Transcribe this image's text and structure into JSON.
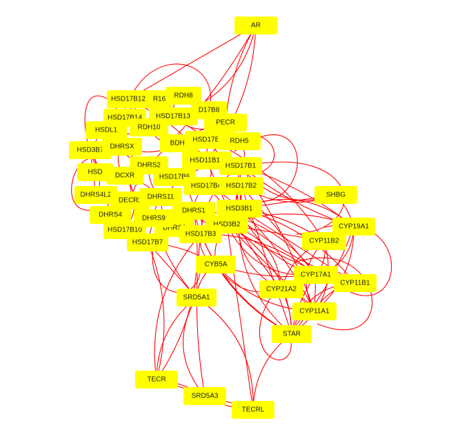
{
  "graph": {
    "edge_color": "#ff0000",
    "node_color": "#ffff00",
    "label_color": "#1a1a1a",
    "nodes": [
      {
        "id": "AR",
        "label": "AR"
      },
      {
        "id": "HSD17B12",
        "label": "HSD17B12"
      },
      {
        "id": "R16",
        "label": "R16"
      },
      {
        "id": "RDH8",
        "label": "RDH8"
      },
      {
        "id": "D17B8",
        "label": "D17B8"
      },
      {
        "id": "HSD17B14",
        "label": "HSD17B14"
      },
      {
        "id": "HSD17B13",
        "label": "HSD17B13"
      },
      {
        "id": "HSDL1",
        "label": "HSDL1"
      },
      {
        "id": "RDH10",
        "label": "RDH10"
      },
      {
        "id": "PECR",
        "label": "PECR"
      },
      {
        "id": "HSD3B7",
        "label": "HSD3B7"
      },
      {
        "id": "DHRSX",
        "label": "DHRSX"
      },
      {
        "id": "BDH1",
        "label": "BDH1"
      },
      {
        "id": "HSD17B11",
        "label": "HSD17B11"
      },
      {
        "id": "RDH5",
        "label": "RDH5"
      },
      {
        "id": "HSD11B1L",
        "label": "HSD11B1L"
      },
      {
        "id": "HSD17B1",
        "label": "HSD17B1"
      },
      {
        "id": "DHRS2",
        "label": "DHRS2"
      },
      {
        "id": "HSD",
        "label": "HSD"
      },
      {
        "id": "DCXR",
        "label": "DCXR"
      },
      {
        "id": "HSD17B6",
        "label": "HSD17B6"
      },
      {
        "id": "HSD17B4",
        "label": "HSD17B4"
      },
      {
        "id": "HSD17B2",
        "label": "HSD17B2"
      },
      {
        "id": "DHRS4L2",
        "label": "DHRS4L2"
      },
      {
        "id": "DECR2",
        "label": "DECR2"
      },
      {
        "id": "DHRS11",
        "label": "DHRS11"
      },
      {
        "id": "SHBG",
        "label": "SHBG"
      },
      {
        "id": "DHRS1",
        "label": "DHRS1"
      },
      {
        "id": "HSD3B1",
        "label": "HSD3B1"
      },
      {
        "id": "DHRS4",
        "label": "DHRS4"
      },
      {
        "id": "DHRS3",
        "label": "DHRS3"
      },
      {
        "id": "HSD3B2",
        "label": "HSD3B2"
      },
      {
        "id": "CYP19A1",
        "label": "CYP19A1"
      },
      {
        "id": "HSD17B10",
        "label": "HSD17B10"
      },
      {
        "id": "DHRS9",
        "label": "DHRS9"
      },
      {
        "id": "HSD17B3",
        "label": "HSD17B3"
      },
      {
        "id": "CYP11B2",
        "label": "CYP11B2"
      },
      {
        "id": "HSD17B7",
        "label": "HSD17B7"
      },
      {
        "id": "CYB5A",
        "label": "CYB5A"
      },
      {
        "id": "CYP17A1",
        "label": "CYP17A1"
      },
      {
        "id": "CYP11B1",
        "label": "CYP11B1"
      },
      {
        "id": "CYP21A2",
        "label": "CYP21A2"
      },
      {
        "id": "SRD5A1",
        "label": "SRD5A1"
      },
      {
        "id": "CYP11A1",
        "label": "CYP11A1"
      },
      {
        "id": "STAR",
        "label": "STAR"
      },
      {
        "id": "TECR",
        "label": "TECR"
      },
      {
        "id": "SRD5A3",
        "label": "SRD5A3"
      },
      {
        "id": "TECRL",
        "label": "TECRL"
      }
    ],
    "edges": [
      [
        "AR",
        "HSD17B13"
      ],
      [
        "AR",
        "HSD11B1L"
      ],
      [
        "AR",
        "DHRS2"
      ],
      [
        "AR",
        "HSD17B12"
      ],
      [
        "AR",
        "PECR"
      ],
      [
        "SRD5A1",
        "TECR"
      ],
      [
        "SRD5A1",
        "SRD5A3"
      ],
      [
        "SRD5A1",
        "TECRL"
      ],
      [
        "SRD5A1",
        "CYB5A"
      ],
      [
        "TECR",
        "SRD5A3"
      ],
      [
        "TECR",
        "TECRL"
      ],
      [
        "SRD5A3",
        "TECRL"
      ],
      [
        "TECR",
        "HSD17B7"
      ],
      [
        "TECR",
        "DHRS1"
      ],
      [
        "TECR",
        "HSD17B3"
      ],
      [
        "TECRL",
        "STAR"
      ],
      [
        "SRD5A3",
        "HSD17B3"
      ],
      [
        "TECRL",
        "HSD3B2"
      ],
      [
        "CYB5A",
        "CYP17A1"
      ],
      [
        "CYB5A",
        "CYP11A1"
      ],
      [
        "CYB5A",
        "CYP21A2"
      ],
      [
        "SHBG",
        "HSD17B1"
      ],
      [
        "SHBG",
        "HSD17B2"
      ],
      [
        "SHBG",
        "CYP19A1"
      ],
      [
        "SHBG",
        "HSD3B1"
      ],
      [
        "CYP19A1",
        "HSD17B1"
      ],
      [
        "CYP19A1",
        "HSD3B2"
      ],
      [
        "CYP19A1",
        "HSD3B1"
      ],
      [
        "CYP19A1",
        "CYP17A1"
      ],
      [
        "CYP19A1",
        "CYP11A1"
      ],
      [
        "CYP19A1",
        "STAR"
      ],
      [
        "CYP11B2",
        "HSD3B2"
      ],
      [
        "CYP11B2",
        "HSD3B1"
      ],
      [
        "CYP11B2",
        "CYP21A2"
      ],
      [
        "CYP11B2",
        "CYP11A1"
      ],
      [
        "CYP11B2",
        "STAR"
      ],
      [
        "CYP11B2",
        "CYP17A1"
      ],
      [
        "CYP11B1",
        "HSD3B2"
      ],
      [
        "CYP11B1",
        "HSD3B1"
      ],
      [
        "CYP11B1",
        "CYP21A2"
      ],
      [
        "CYP11B1",
        "CYP11A1"
      ],
      [
        "CYP11B1",
        "STAR"
      ],
      [
        "CYP17A1",
        "HSD3B2"
      ],
      [
        "CYP17A1",
        "HSD3B1"
      ],
      [
        "CYP17A1",
        "CYP21A2"
      ],
      [
        "CYP17A1",
        "CYP11A1"
      ],
      [
        "CYP17A1",
        "STAR"
      ],
      [
        "CYP17A1",
        "HSD17B3"
      ],
      [
        "CYP21A2",
        "HSD3B2"
      ],
      [
        "CYP21A2",
        "HSD3B1"
      ],
      [
        "CYP21A2",
        "CYP11A1"
      ],
      [
        "CYP21A2",
        "STAR"
      ],
      [
        "CYP11A1",
        "HSD3B2"
      ],
      [
        "CYP11A1",
        "HSD3B1"
      ],
      [
        "CYP11A1",
        "STAR"
      ],
      [
        "STAR",
        "HSD3B2"
      ],
      [
        "STAR",
        "HSD3B1"
      ],
      [
        "STAR",
        "HSD17B3"
      ],
      [
        "HSD3B1",
        "HSD17B1"
      ],
      [
        "HSD3B1",
        "HSD17B2"
      ],
      [
        "HSD3B2",
        "HSD17B1"
      ],
      [
        "HSD3B2",
        "HSD17B2"
      ],
      [
        "HSD17B3",
        "HSD3B1"
      ],
      [
        "HSD17B3",
        "HSD3B2"
      ],
      [
        "HSD17B3",
        "HSD17B1"
      ],
      [
        "HSD17B12",
        "HSD17B13"
      ],
      [
        "HSD17B12",
        "RDH10"
      ],
      [
        "HSD17B12",
        "DHRSX"
      ],
      [
        "HSD17B12",
        "HSDL1"
      ],
      [
        "HSD17B13",
        "PECR"
      ],
      [
        "HSD17B13",
        "RDH8"
      ],
      [
        "HSD17B13",
        "D17B8"
      ],
      [
        "HSD17B13",
        "RDH10"
      ],
      [
        "RDH8",
        "RDH5"
      ],
      [
        "RDH8",
        "D17B8"
      ],
      [
        "R16",
        "RDH10"
      ],
      [
        "R16",
        "HSD17B14"
      ],
      [
        "HSD3B7",
        "DHRSX"
      ],
      [
        "HSD3B7",
        "HSD"
      ],
      [
        "HSD3B7",
        "HSDL1"
      ],
      [
        "HSD3B7",
        "DHRS4L2"
      ],
      [
        "DHRSX",
        "DHRS2"
      ],
      [
        "DHRSX",
        "BDH1"
      ],
      [
        "DHRSX",
        "DCXR"
      ],
      [
        "BDH1",
        "HSD17B11"
      ],
      [
        "BDH1",
        "HSD11B1L"
      ],
      [
        "BDH1",
        "PECR"
      ],
      [
        "HSD17B11",
        "RDH5"
      ],
      [
        "HSD17B11",
        "HSD11B1L"
      ],
      [
        "HSD17B11",
        "HSD17B1"
      ],
      [
        "HSD11B1L",
        "HSD17B1"
      ],
      [
        "HSD11B1L",
        "HSD17B4"
      ],
      [
        "HSD11B1L",
        "HSD17B6"
      ],
      [
        "DHRS2",
        "DCXR"
      ],
      [
        "DHRS2",
        "HSD17B6"
      ],
      [
        "DHRS2",
        "DECR2"
      ],
      [
        "DHRS2",
        "DHRS11"
      ],
      [
        "HSD",
        "DCXR"
      ],
      [
        "HSD",
        "DHRS4L2"
      ],
      [
        "DCXR",
        "DECR2"
      ],
      [
        "DCXR",
        "DHRS11"
      ],
      [
        "HSD17B6",
        "HSD17B4"
      ],
      [
        "HSD17B4",
        "HSD17B2"
      ],
      [
        "HSD17B4",
        "DHRS1"
      ],
      [
        "DHRS4L2",
        "DECR2"
      ],
      [
        "DHRS4L2",
        "DHRS4"
      ],
      [
        "DECR2",
        "DHRS4"
      ],
      [
        "DECR2",
        "DHRS9"
      ],
      [
        "DHRS11",
        "DHRS1"
      ],
      [
        "DHRS11",
        "DHRS9"
      ],
      [
        "DHRS11",
        "DHRS3"
      ],
      [
        "DHRS4",
        "HSD17B10"
      ],
      [
        "DHRS4",
        "DHRS9"
      ],
      [
        "HSD17B10",
        "HSD17B7"
      ],
      [
        "HSD17B10",
        "DHRS3"
      ],
      [
        "DHRS9",
        "HSD17B7"
      ],
      [
        "DHRS3",
        "HSD17B3"
      ],
      [
        "DHRS3",
        "DHRS1"
      ],
      [
        "DHRS1",
        "HSD3B2"
      ],
      [
        "DHRS1",
        "HSD17B3"
      ],
      [
        "HSD17B7",
        "HSD17B3"
      ],
      [
        "HSD17B7",
        "CYB5A"
      ],
      [
        "HSD17B7",
        "SRD5A1"
      ],
      [
        "DHRS9",
        "SRD5A1"
      ],
      [
        "HSD17B1",
        "HSD17B2"
      ],
      [
        "HSD17B2",
        "HSD3B1"
      ],
      [
        "RDH5",
        "HSD17B1"
      ],
      [
        "PECR",
        "HSD17B11"
      ],
      [
        "D17B8",
        "HSD17B11"
      ],
      [
        "HSD17B14",
        "HSDL1"
      ],
      [
        "HSD17B14",
        "DHRSX"
      ],
      [
        "HSDL1",
        "RDH10"
      ],
      [
        "RDH10",
        "BDH1"
      ],
      [
        "HSD17B6",
        "DHRS11"
      ],
      [
        "HSD17B6",
        "DHRS1"
      ],
      [
        "HSD17B4",
        "HSD3B1"
      ],
      [
        "HSD17B2",
        "CYP17A1"
      ],
      [
        "HSD17B1",
        "CYP19A1"
      ],
      [
        "HSD3B2",
        "CYB5A"
      ],
      [
        "HSD17B3",
        "CYB5A"
      ],
      [
        "DHRS1",
        "CYP17A1"
      ],
      [
        "HSD3B1",
        "CYP11B1"
      ],
      [
        "HSD17B12",
        "HSD11B1L"
      ],
      [
        "HSD17B13",
        "HSD17B11"
      ],
      [
        "DHRS2",
        "HSD17B4"
      ],
      [
        "HSDL1",
        "DHRS2"
      ],
      [
        "HSD3B7",
        "DCXR"
      ],
      [
        "DCXR",
        "HSD17B10"
      ],
      [
        "HSD17B11",
        "CYP11B2"
      ],
      [
        "HSD17B1",
        "CYP11A1"
      ],
      [
        "HSD17B2",
        "STAR"
      ],
      [
        "HSD11B1L",
        "CYP21A2"
      ],
      [
        "HSD17B4",
        "CYP11B1"
      ],
      [
        "DHRS1",
        "STAR"
      ]
    ]
  }
}
